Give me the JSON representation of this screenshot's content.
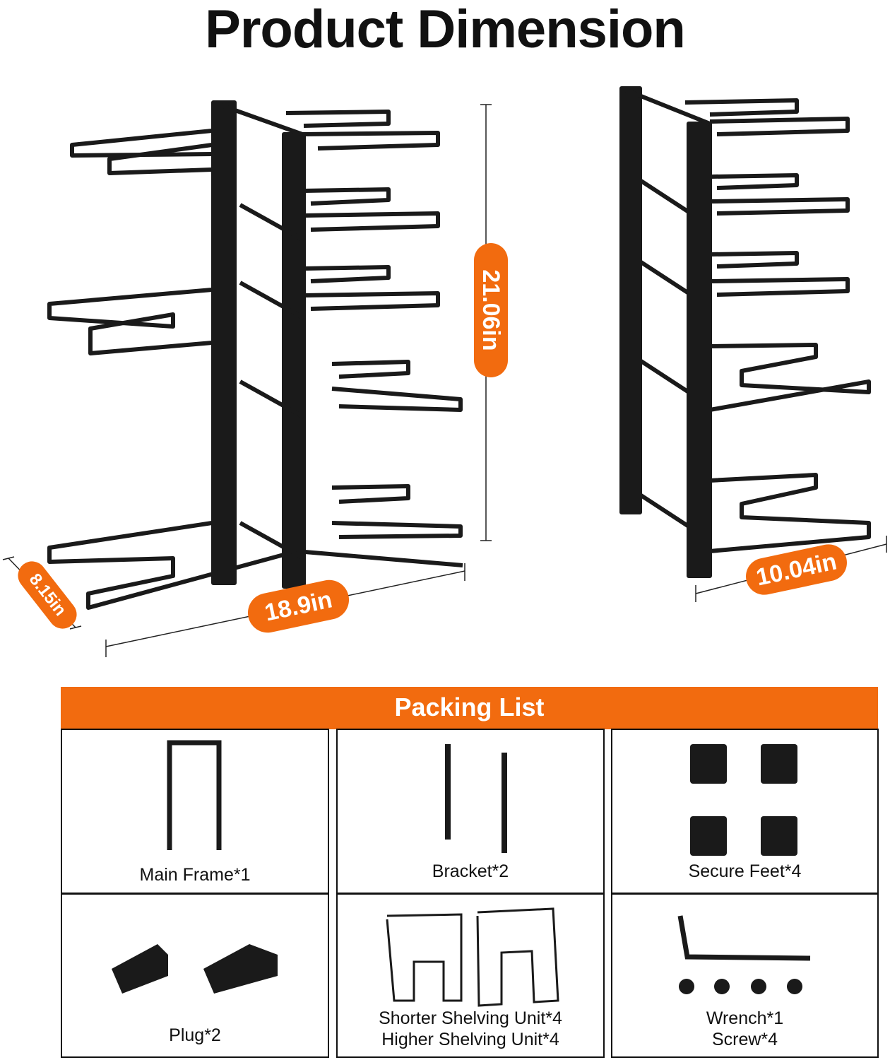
{
  "title": "Product Dimension",
  "dimensions": {
    "depth": "8.15in",
    "width_large": "18.9in",
    "height": "21.06in",
    "width_small": "10.04in"
  },
  "packing_list": {
    "title": "Packing List",
    "items": [
      {
        "label": "Main Frame*1"
      },
      {
        "label": "Bracket*2"
      },
      {
        "label": "Secure Feet*4"
      },
      {
        "label": "Plug*2"
      },
      {
        "label": "Shorter Shelving Unit*4",
        "label2": "Higher Shelving Unit*4"
      },
      {
        "label": "Wrench*1",
        "label2": "Screw*4"
      }
    ]
  },
  "colors": {
    "accent": "#F26B0F",
    "ink": "#111111"
  }
}
